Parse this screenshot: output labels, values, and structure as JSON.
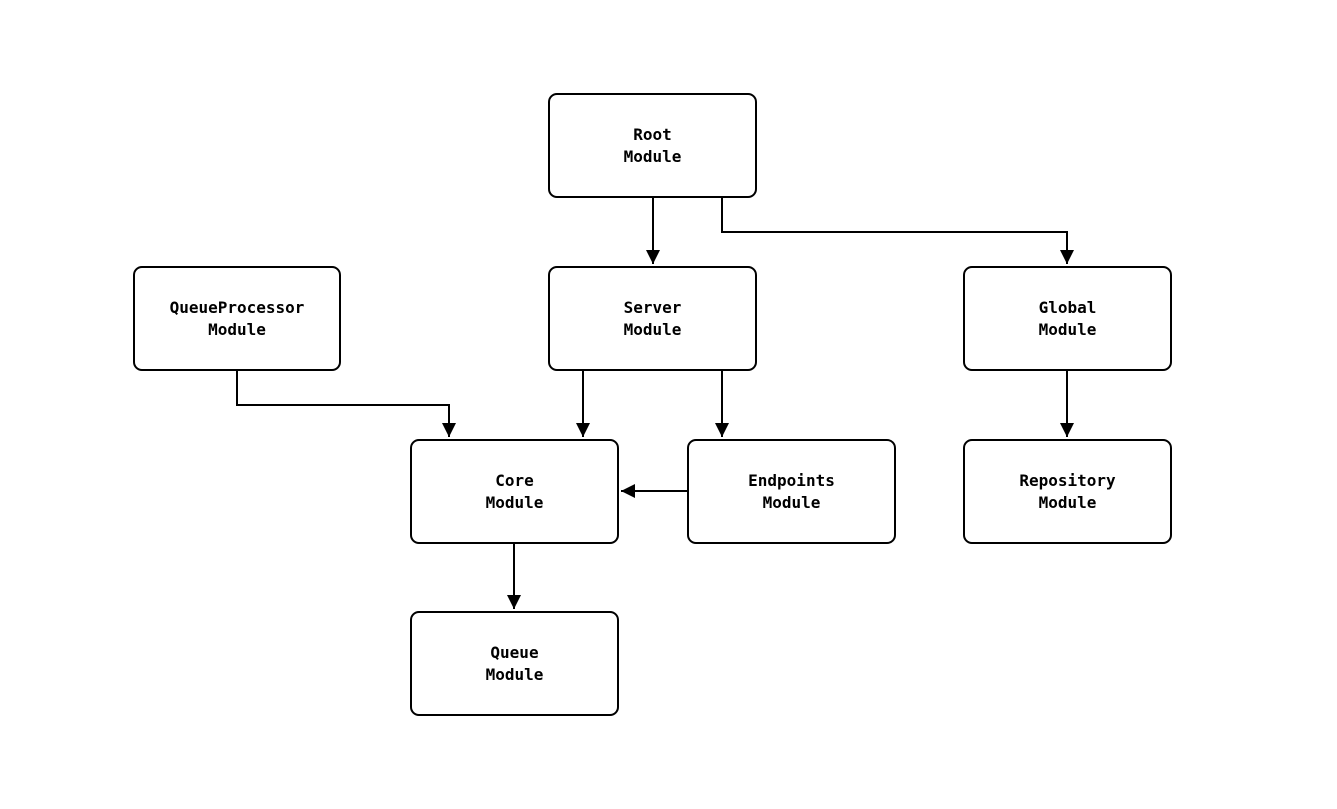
{
  "diagram": {
    "type": "module-dependency-graph",
    "background_color": "#ffffff",
    "node_fill_color": "#ffffff",
    "node_border_color": "#000000",
    "edge_color": "#000000",
    "nodes": [
      {
        "id": "root-module",
        "label": "Root\nModule"
      },
      {
        "id": "queueprocessor-module",
        "label": "QueueProcessor\nModule"
      },
      {
        "id": "server-module",
        "label": "Server\nModule"
      },
      {
        "id": "global-module",
        "label": "Global\nModule"
      },
      {
        "id": "core-module",
        "label": "Core\nModule"
      },
      {
        "id": "endpoints-module",
        "label": "Endpoints\nModule"
      },
      {
        "id": "repository-module",
        "label": "Repository\nModule"
      },
      {
        "id": "queue-module",
        "label": "Queue\nModule"
      }
    ],
    "edges": [
      {
        "from": "root-module",
        "to": "server-module"
      },
      {
        "from": "root-module",
        "to": "global-module"
      },
      {
        "from": "queueprocessor-module",
        "to": "core-module"
      },
      {
        "from": "server-module",
        "to": "core-module"
      },
      {
        "from": "server-module",
        "to": "endpoints-module"
      },
      {
        "from": "endpoints-module",
        "to": "core-module"
      },
      {
        "from": "core-module",
        "to": "queue-module"
      },
      {
        "from": "global-module",
        "to": "repository-module"
      }
    ]
  }
}
